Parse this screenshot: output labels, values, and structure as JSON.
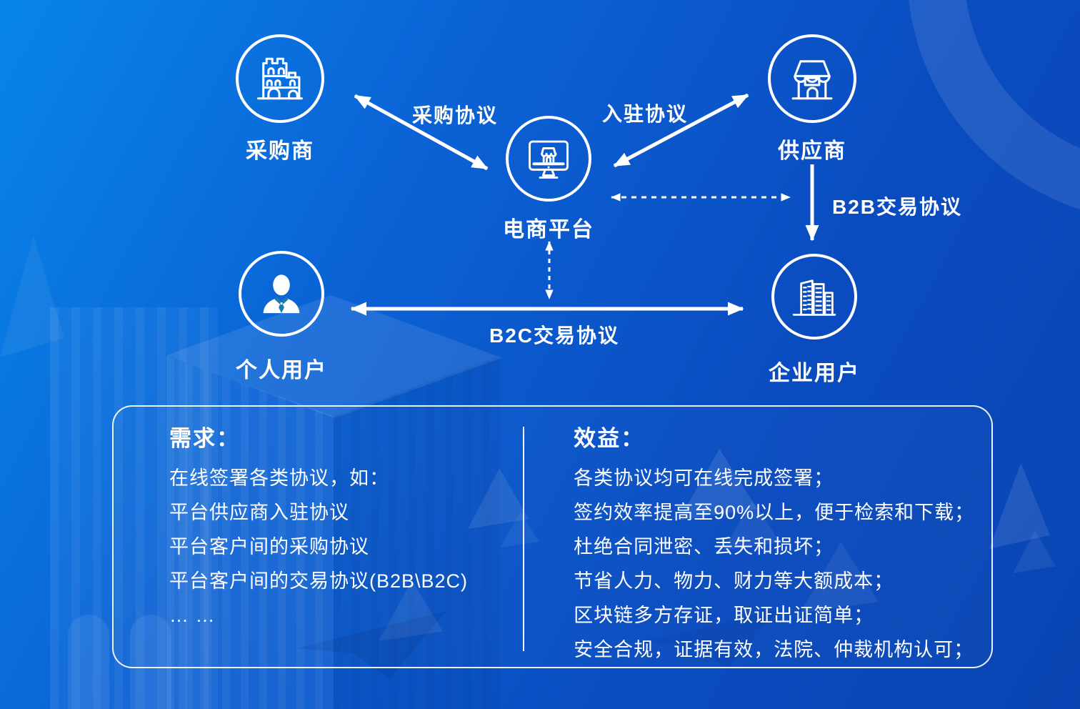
{
  "background": {
    "gradient_top_left": "#0885e9",
    "gradient_bottom_right": "#0945b3",
    "ring_color": "rgba(255,255,255,0.10)",
    "line_color": "#ffffff",
    "person_shirt_color": "#1e79ad"
  },
  "nodes": {
    "purchaser": {
      "label": "采购商"
    },
    "supplier": {
      "label": "供应商"
    },
    "platform": {
      "label": "电商平台"
    },
    "personal_user": {
      "label": "个人用户"
    },
    "enterprise_user": {
      "label": "企业用户"
    }
  },
  "edges": {
    "purchase_agreement": {
      "label": "采购协议",
      "style": "solid-double-arrow"
    },
    "entry_agreement": {
      "label": "入驻协议",
      "style": "solid-double-arrow"
    },
    "b2b_agreement": {
      "label": "B2B交易协议",
      "style": "solid-single-arrow"
    },
    "b2c_agreement": {
      "label": "B2C交易协议",
      "style": "solid-double-arrow"
    },
    "platform_supplier_link": {
      "label": "",
      "style": "dotted-double-arrow"
    },
    "platform_b2c_link": {
      "label": "",
      "style": "dotted-double-arrow"
    }
  },
  "panel": {
    "requirements": {
      "heading": "需求：",
      "lines": [
        "在线签署各类协议，如：",
        "平台供应商入驻协议",
        "平台客户间的采购协议",
        "平台客户间的交易协议(B2B\\B2C)",
        "… …"
      ]
    },
    "benefits": {
      "heading": "效益：",
      "lines": [
        "各类协议均可在线完成签署；",
        "签约效率提高至90%以上，便于检索和下载；",
        "杜绝合同泄密、丢失和损坏；",
        "节省人力、物力、财力等大额成本；",
        "区块链多方存证，取证出证简单；",
        "安全合规，证据有效，法院、仲裁机构认可；"
      ]
    }
  }
}
